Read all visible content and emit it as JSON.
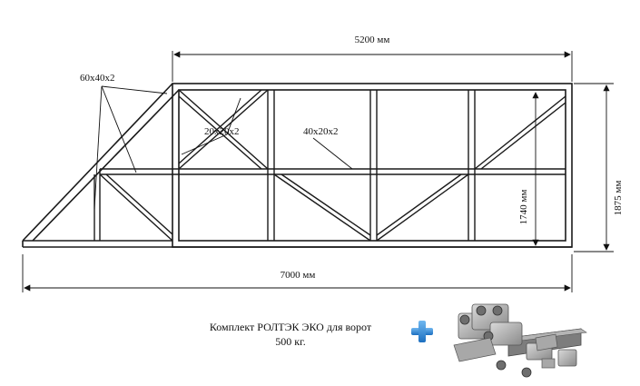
{
  "dimensions": {
    "top_width": "5200 мм",
    "bottom_width": "7000 мм",
    "outer_height": "1875 мм",
    "inner_height": "1740 мм"
  },
  "profiles": {
    "main": "60x40x2",
    "diagonal": "20x20x2",
    "horizontal": "40x20x2"
  },
  "caption": {
    "line1": "Комплект РОЛТЭК ЭКО для ворот",
    "line2": "500 кг."
  },
  "colors": {
    "frame": "#1a1a1a",
    "accent_plus": "#2f86d6"
  },
  "icons": {
    "plus": "plus-icon",
    "kit": "roller-kit-icon"
  }
}
